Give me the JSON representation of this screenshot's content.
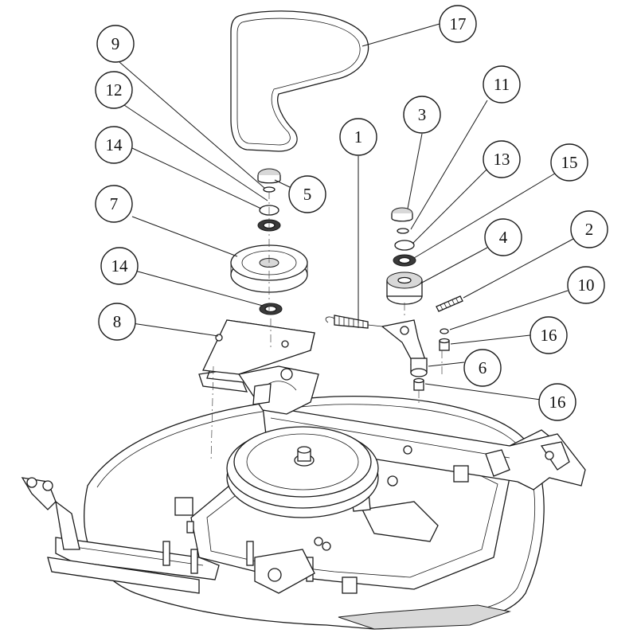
{
  "diagram": {
    "callouts": [
      {
        "id": "c17",
        "label": "17"
      },
      {
        "id": "c9",
        "label": "9"
      },
      {
        "id": "c12",
        "label": "12"
      },
      {
        "id": "c14a",
        "label": "14"
      },
      {
        "id": "c7",
        "label": "7"
      },
      {
        "id": "c14b",
        "label": "14"
      },
      {
        "id": "c8",
        "label": "8"
      },
      {
        "id": "c5",
        "label": "5"
      },
      {
        "id": "c1",
        "label": "1"
      },
      {
        "id": "c3",
        "label": "3"
      },
      {
        "id": "c11",
        "label": "11"
      },
      {
        "id": "c13",
        "label": "13"
      },
      {
        "id": "c15",
        "label": "15"
      },
      {
        "id": "c4",
        "label": "4"
      },
      {
        "id": "c2",
        "label": "2"
      },
      {
        "id": "c10",
        "label": "10"
      },
      {
        "id": "c16a",
        "label": "16"
      },
      {
        "id": "c6",
        "label": "6"
      },
      {
        "id": "c16b",
        "label": "16"
      }
    ]
  }
}
